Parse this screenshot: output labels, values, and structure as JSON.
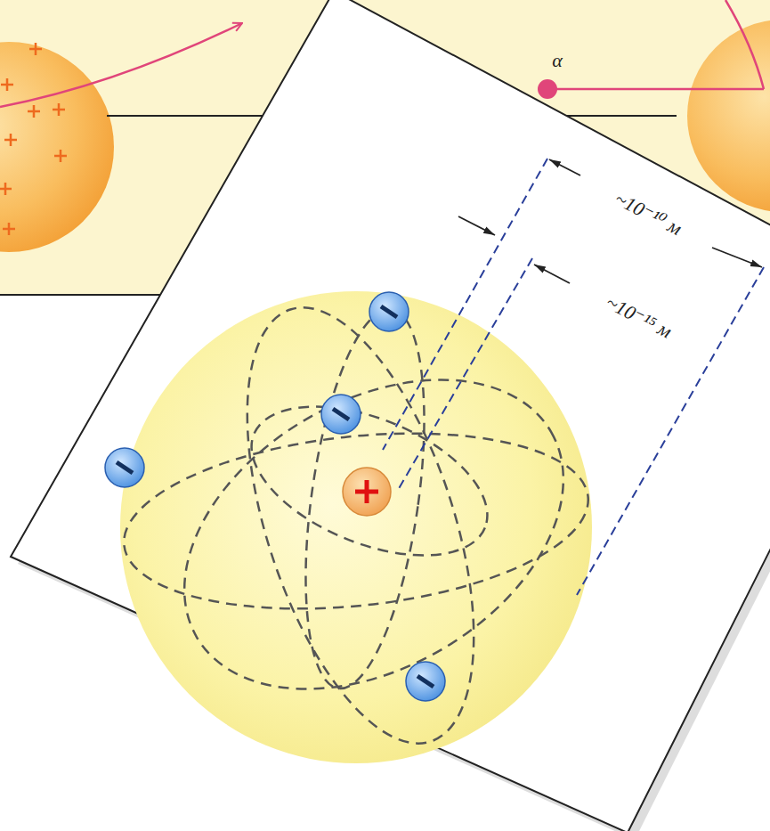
{
  "diagram": {
    "labels": [
      "α",
      "~10⁻¹⁰ м",
      "~10⁻¹⁵ м"
    ]
  }
}
